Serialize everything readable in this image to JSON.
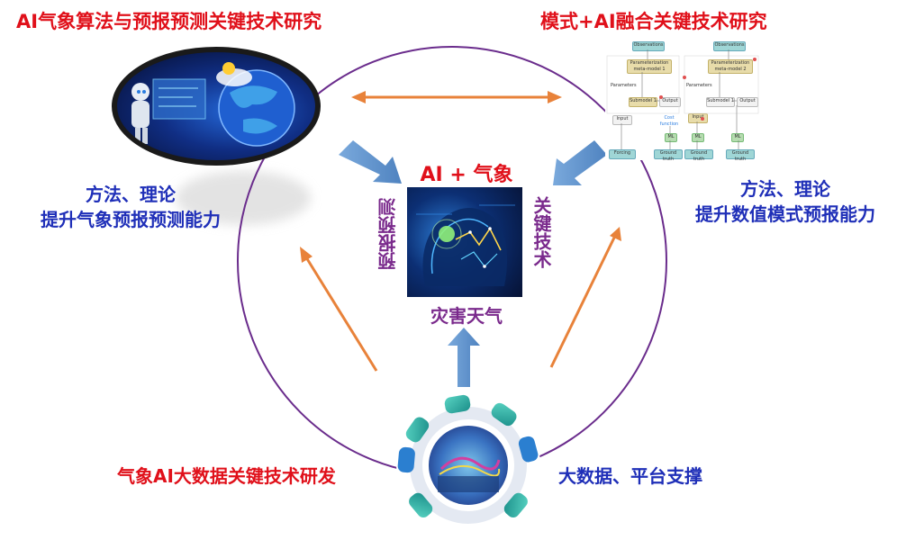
{
  "titles": {
    "ai_weather": "AI气象算法与预报预测关键技术研究",
    "model_ai": "模式+AI融合关键技术研究",
    "big_data_dev": "气象AI大数据关键技术研发",
    "platform_support": "大数据、平台支撑"
  },
  "left_caption": {
    "line1": "方法、理论",
    "line2": "提升气象预报预测能力"
  },
  "right_caption": {
    "line1": "方法、理论",
    "line2": "提升数值模式预报能力"
  },
  "center": {
    "title": "AI + 气象",
    "left_vertical": "预报预测",
    "right_vertical": "关键技术",
    "bottom": "灾害天气"
  },
  "model_diagram": {
    "observations_1": "Observations",
    "observations_2": "Observations",
    "param_meta_1": "Parameterization meta-model 1",
    "param_meta_2": "Parameterization meta-model 2",
    "parameters_1": "Parameters",
    "parameters_2": "Parameters",
    "submodel_1": "Submodel 1",
    "submodel_2": "Submodel 1",
    "output_1": "Output",
    "output_2": "Output",
    "input_1": "Input",
    "input_2": "Input",
    "cost_function": "Cost function",
    "ml_1": "ML",
    "ml_2": "ML",
    "ml_3": "ML",
    "forcing": "Forcing",
    "ground_truth_1": "Ground truth",
    "ground_truth_2": "Ground truth",
    "ground_truth_3": "Ground truth"
  },
  "colors": {
    "red_text": "#e0101a",
    "blue_text": "#1f2fb8",
    "purple_text": "#7a2a8c",
    "circle": "#6a2c8c",
    "orange_arrow": "#e8823a",
    "blue_arrow": "#5b8fc9",
    "teal_segment": "#2bb3a5"
  }
}
